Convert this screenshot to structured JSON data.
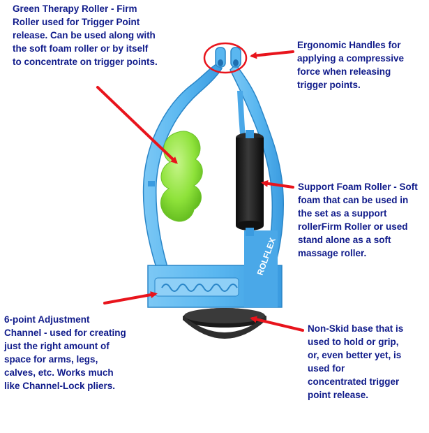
{
  "diagram": {
    "text_color": "#0f1a8a",
    "arrow_color": "#e8141c",
    "product": {
      "frame_color": "#5ab7f0",
      "frame_edge_color": "#2a86c8",
      "trigger_roller_color": "#8ee23a",
      "foam_roller_color": "#1e1e1e",
      "base_color": "#2a2a2a",
      "brand_text": "ROLFLEX"
    },
    "callouts": [
      {
        "id": "green-therapy-roller",
        "text": "Green Therapy Roller - Firm\nRoller used for Trigger Point\nrelease. Can be used along with\nthe soft foam roller or by itself\nto concentrate on trigger points."
      },
      {
        "id": "ergonomic-handles",
        "text": "Ergonomic Handles for\napplying a compressive\nforce when releasing\ntrigger points."
      },
      {
        "id": "support-foam-roller",
        "text": "Support Foam Roller - Soft\nfoam that can be used in\nthe set as a support\nrollerFirm Roller or used\nstand alone as a soft\nmassage roller."
      },
      {
        "id": "adjustment-channel",
        "text": "6-point Adjustment\nChannel -  used for creating\njust the right amount of\nspace for arms, legs,\ncalves, etc. Works much\nlike Channel-Lock pliers."
      },
      {
        "id": "non-skid-base",
        "text": "Non-Skid base that is\nused to hold or grip,\nor, even better yet, is\nused for\nconcentrated trigger\npoint release."
      }
    ]
  }
}
